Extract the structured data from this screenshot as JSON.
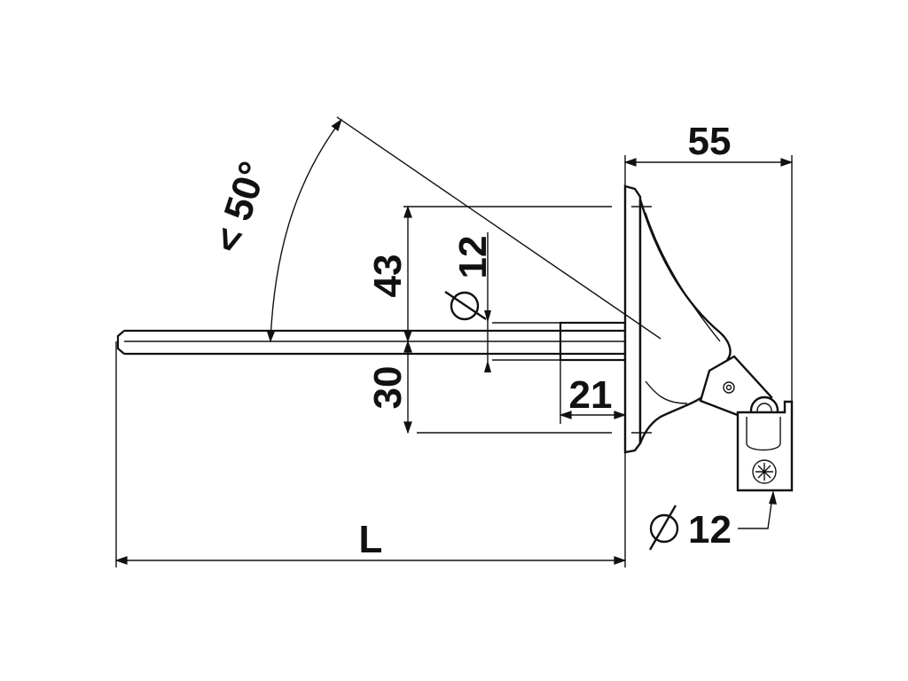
{
  "labels": {
    "width_top": "55",
    "height_upper": "43",
    "height_lower": "30",
    "shank_diameter": "12",
    "hub_length": "21",
    "angle": "< 50°",
    "overall_length": "L",
    "ball_diameter": "12"
  },
  "colors": {
    "line": "#111111",
    "background": "#ffffff"
  },
  "icons": [
    "diameter-icon"
  ]
}
